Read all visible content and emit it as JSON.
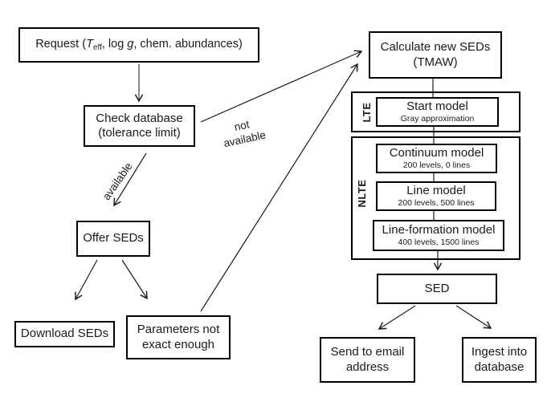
{
  "nodes": {
    "request": {
      "p1": "Request (",
      "t": "T",
      "t_sub": "eff",
      "p2": ", log ",
      "g": "g",
      "p3": ", chem. abundances)"
    },
    "check_database": {
      "line1": "Check database",
      "line2": "(tolerance limit)"
    },
    "offer_seds": {
      "label": "Offer SEDs"
    },
    "download_seds": {
      "label": "Download SEDs"
    },
    "params_not_exact": {
      "line1": "Parameters not",
      "line2": "exact enough"
    },
    "calculate_new_seds": {
      "line1": "Calculate new SEDs",
      "line2": "(TMAW)"
    },
    "start_model": {
      "title": "Start model",
      "subtitle": "Gray approximation"
    },
    "continuum_model": {
      "title": "Continuum model",
      "subtitle": "200 levels, 0 lines"
    },
    "line_model": {
      "title": "Line model",
      "subtitle": "200 levels, 500 lines"
    },
    "line_formation_model": {
      "title": "Line-formation model",
      "subtitle": "400 levels, 1500 lines"
    },
    "sed": {
      "label": "SED"
    },
    "send_email": {
      "line1": "Send to email",
      "line2": "address"
    },
    "ingest_db": {
      "line1": "Ingest into",
      "line2": "database"
    }
  },
  "groups": {
    "lte": {
      "label": "LTE"
    },
    "nlte": {
      "label": "NLTE"
    }
  },
  "edge_labels": {
    "not_available_line1": "not",
    "not_available_line2": "available",
    "available": "available"
  },
  "colors": {
    "background": "#ffffff",
    "box_border": "#000000",
    "line": "#1a1a1a",
    "text": "#1a1a1a"
  }
}
